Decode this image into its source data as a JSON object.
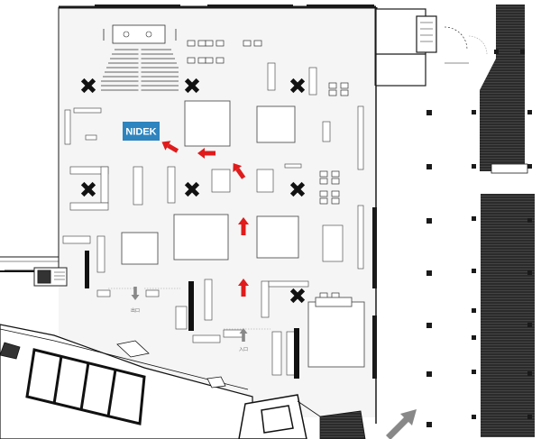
{
  "floor_plan": {
    "booth": {
      "label": "NIDEK",
      "color": "#2e84be"
    },
    "entrance": {
      "label": "入口"
    },
    "exit": {
      "label": "出口"
    },
    "route_arrow_color": "#e01b1b",
    "door_arrow_color": "#888888",
    "wall_color": "#1a1a1a",
    "hatch_color": "#3a3a3a"
  }
}
